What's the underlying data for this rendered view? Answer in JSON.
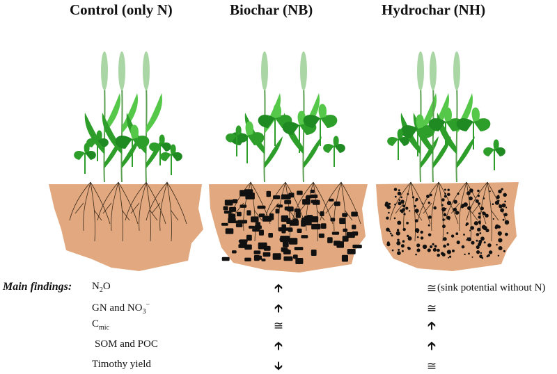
{
  "panels": [
    {
      "title": "Control (only N)"
    },
    {
      "title": "Biochar (NB)"
    },
    {
      "title": "Hydrochar (NH)"
    }
  ],
  "findings": {
    "heading": "Main findings:",
    "rows": [
      {
        "label_main": "N",
        "label_sub": "2",
        "label_tail": "O",
        "biochar": "up",
        "hydrochar": "≅",
        "hydrochar_note": "(sink potential without N)"
      },
      {
        "label_main": "GN and NO",
        "label_sub": "3",
        "label_sup": "−",
        "biochar": "up",
        "hydrochar": "≅"
      },
      {
        "label_main": "C",
        "label_sub": "mic",
        "biochar": "≅",
        "hydrochar": "up"
      },
      {
        "label_main": "SOM and POC",
        "biochar": "up",
        "hydrochar": "up"
      },
      {
        "label_main": "Timothy yield",
        "biochar": "down",
        "hydrochar": "≅"
      }
    ]
  },
  "colors": {
    "soil": "#e2a87f",
    "leaf_dark": "#2e9e2a",
    "leaf_light": "#55c84a",
    "spike": "#a9d6a4",
    "char": "#111111",
    "root": "#3a2a1a"
  }
}
